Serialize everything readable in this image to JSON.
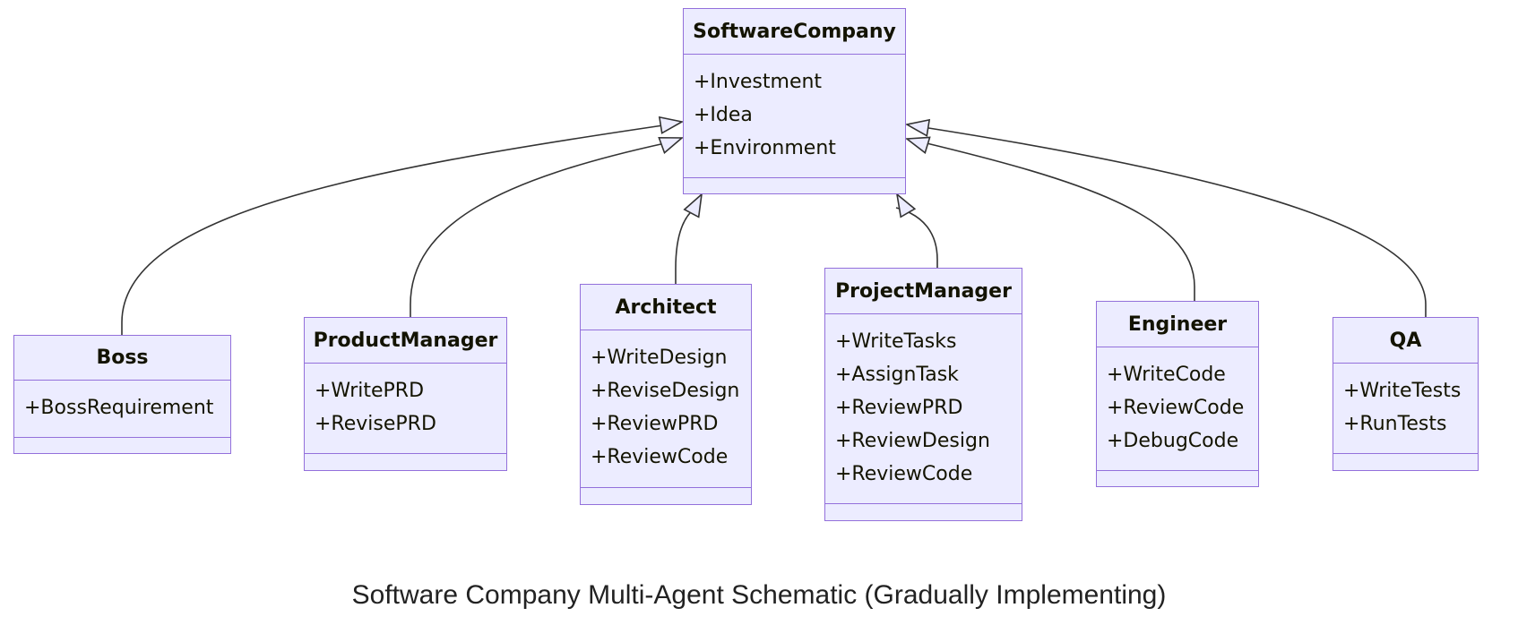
{
  "diagram": {
    "type": "class-diagram",
    "caption": "Software Company Multi-Agent Schematic (Gradually Implementing)",
    "colors": {
      "class_fill": "#ECECFF",
      "class_border": "#9370DB",
      "edge": "#333333",
      "text": "#131300"
    },
    "parent": {
      "name": "SoftwareCompany",
      "members": [
        "+Investment",
        "+Idea",
        "+Environment"
      ],
      "methods": []
    },
    "children": [
      {
        "name": "Boss",
        "members": [
          "+BossRequirement"
        ],
        "methods": []
      },
      {
        "name": "ProductManager",
        "members": [
          "+WritePRD",
          "+RevisePRD"
        ],
        "methods": []
      },
      {
        "name": "Architect",
        "members": [
          "+WriteDesign",
          "+ReviseDesign",
          "+ReviewPRD",
          "+ReviewCode"
        ],
        "methods": []
      },
      {
        "name": "ProjectManager",
        "members": [
          "+WriteTasks",
          "+AssignTask",
          "+ReviewPRD",
          "+ReviewDesign",
          "+ReviewCode"
        ],
        "methods": []
      },
      {
        "name": "Engineer",
        "members": [
          "+WriteCode",
          "+ReviewCode",
          "+DebugCode"
        ],
        "methods": []
      },
      {
        "name": "QA",
        "members": [
          "+WriteTests",
          "+RunTests"
        ],
        "methods": []
      }
    ],
    "relations": [
      {
        "from": "Boss",
        "to": "SoftwareCompany",
        "kind": "inheritance"
      },
      {
        "from": "ProductManager",
        "to": "SoftwareCompany",
        "kind": "inheritance"
      },
      {
        "from": "Architect",
        "to": "SoftwareCompany",
        "kind": "inheritance"
      },
      {
        "from": "ProjectManager",
        "to": "SoftwareCompany",
        "kind": "inheritance"
      },
      {
        "from": "Engineer",
        "to": "SoftwareCompany",
        "kind": "inheritance"
      },
      {
        "from": "QA",
        "to": "SoftwareCompany",
        "kind": "inheritance"
      }
    ]
  }
}
